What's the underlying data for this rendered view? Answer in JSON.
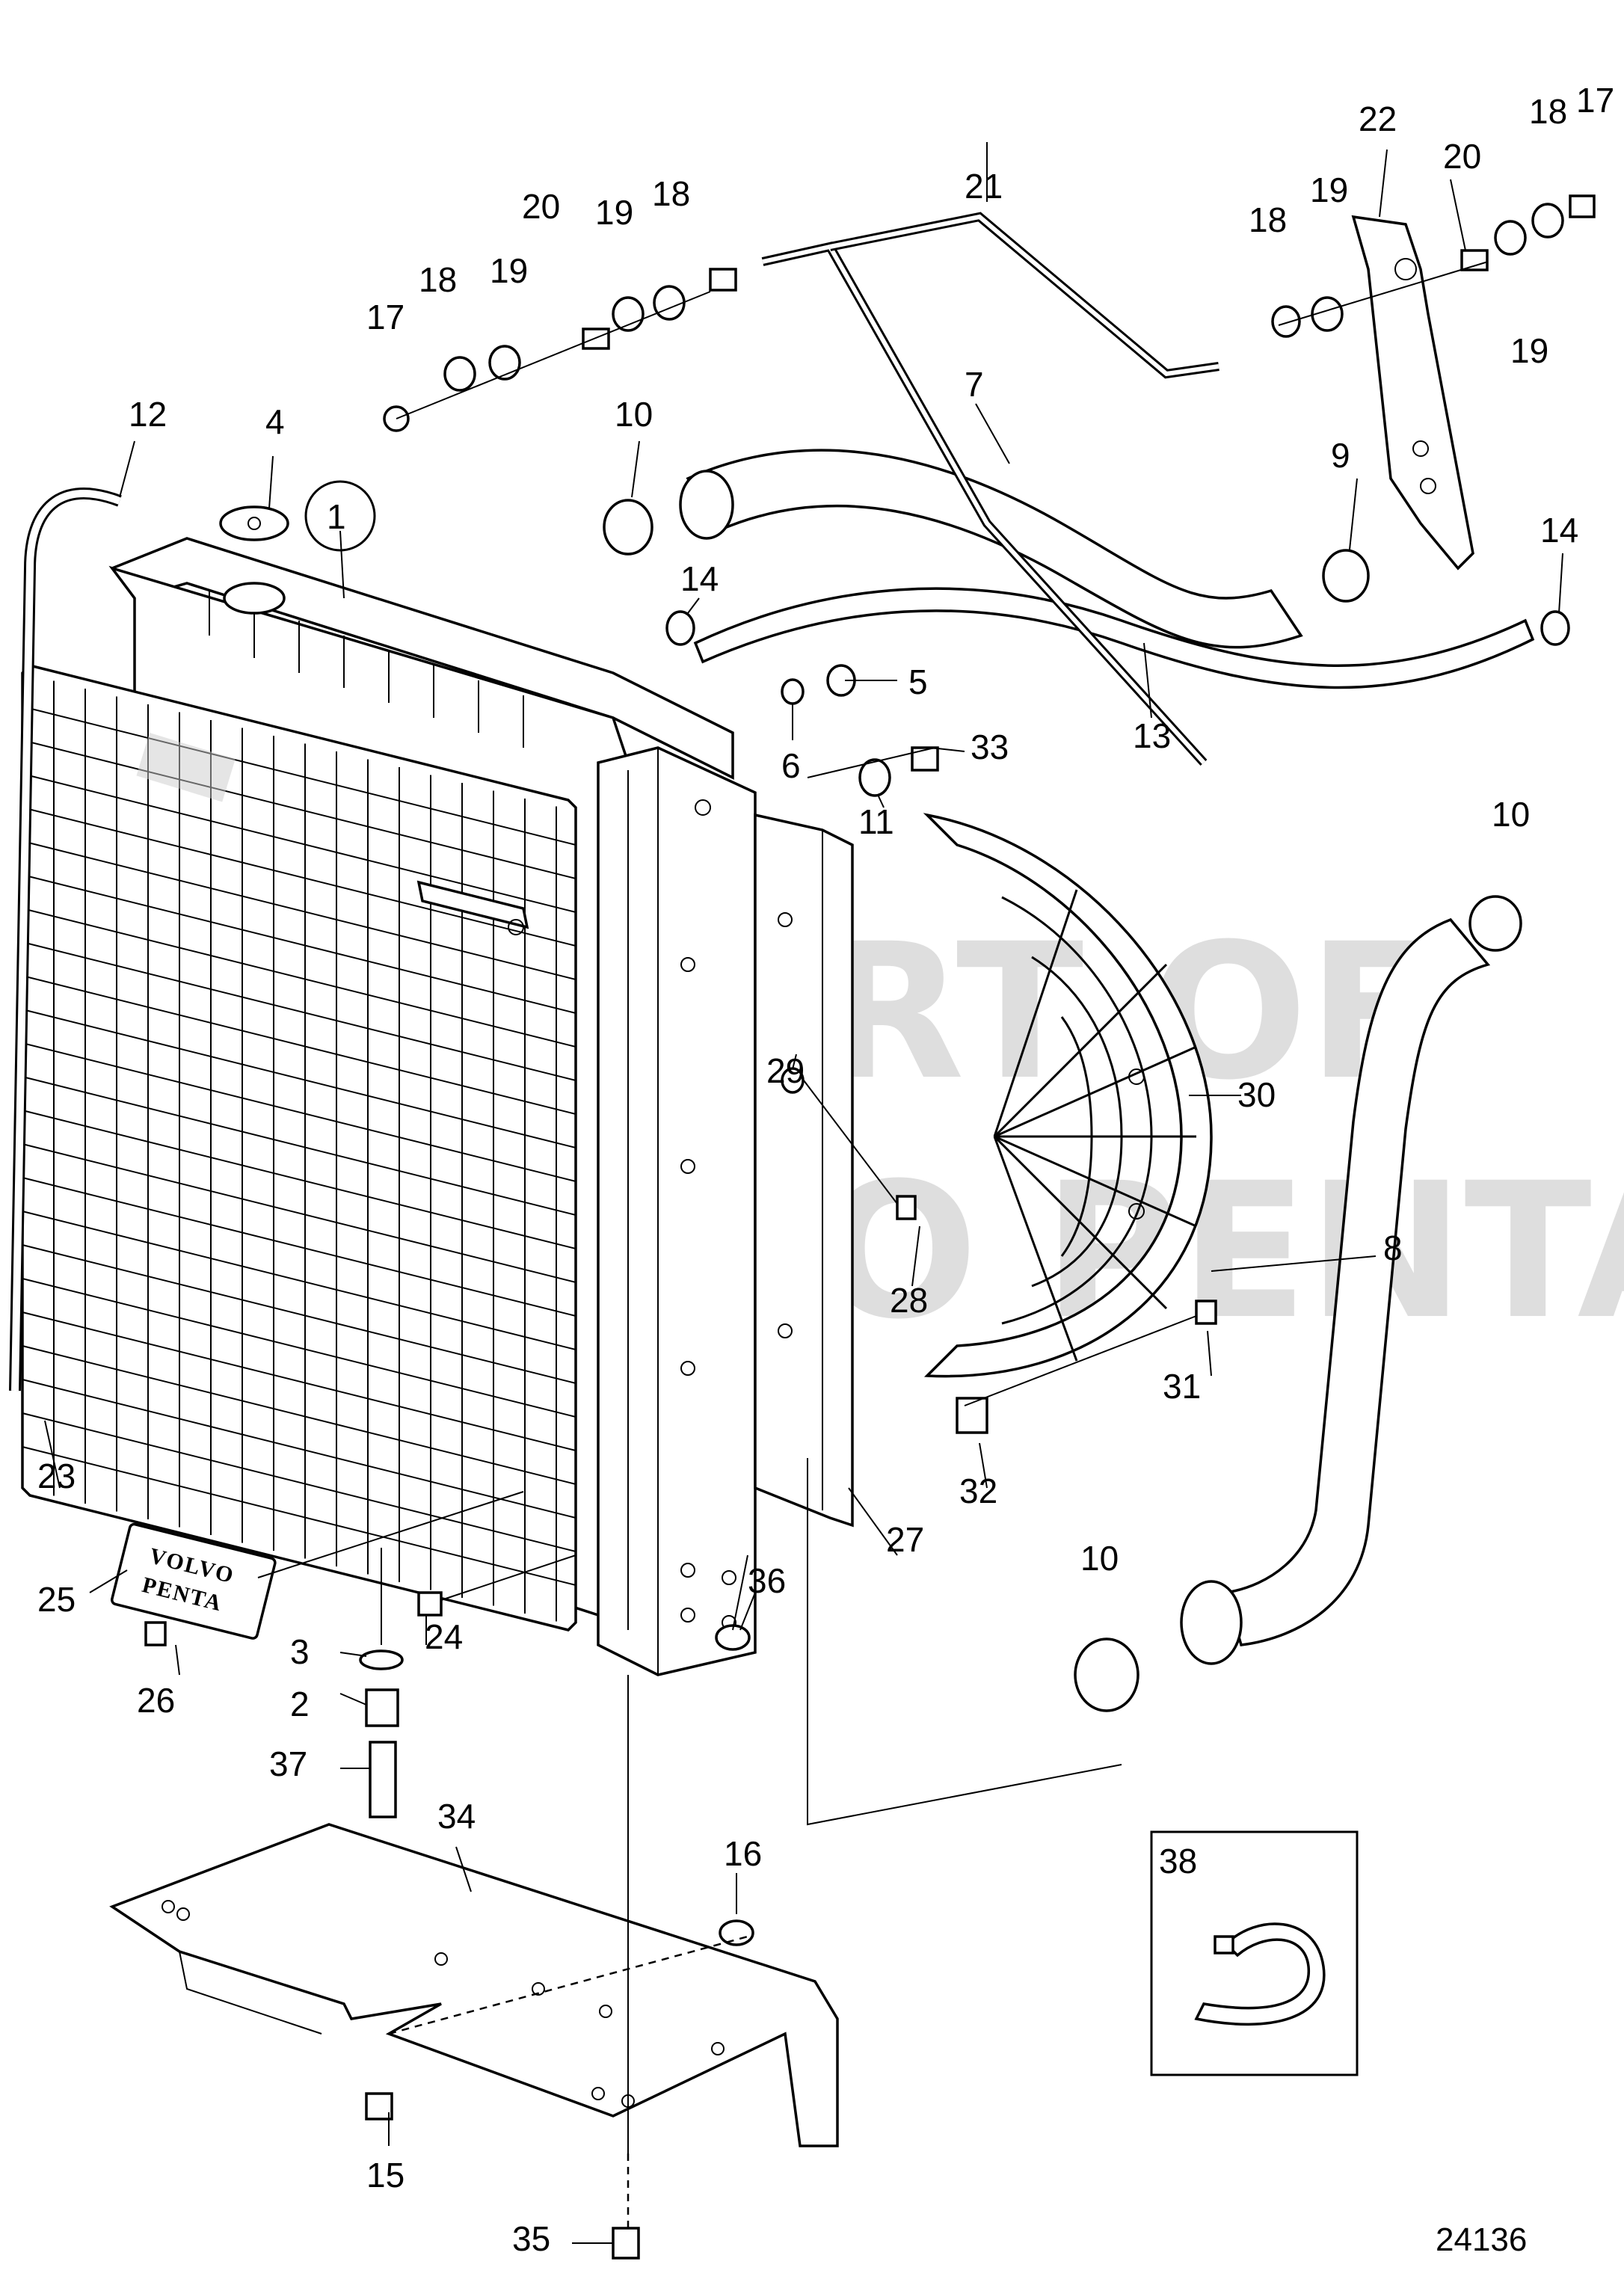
{
  "drawing_number": "24136",
  "badge_text": [
    "VOLVO",
    "PENTA"
  ],
  "watermark": [
    "EXPERT OF",
    "VOLVO PENTA"
  ],
  "callouts": [
    {
      "id": "c1",
      "label": "1"
    },
    {
      "id": "c2",
      "label": "2"
    },
    {
      "id": "c3",
      "label": "3"
    },
    {
      "id": "c4",
      "label": "4"
    },
    {
      "id": "c5",
      "label": "5"
    },
    {
      "id": "c6",
      "label": "6"
    },
    {
      "id": "c7",
      "label": "7"
    },
    {
      "id": "c8",
      "label": "8"
    },
    {
      "id": "c9",
      "label": "9"
    },
    {
      "id": "c10a",
      "label": "10"
    },
    {
      "id": "c10b",
      "label": "10"
    },
    {
      "id": "c10c",
      "label": "10"
    },
    {
      "id": "c11",
      "label": "11"
    },
    {
      "id": "c12",
      "label": "12"
    },
    {
      "id": "c13",
      "label": "13"
    },
    {
      "id": "c14a",
      "label": "14"
    },
    {
      "id": "c14b",
      "label": "14"
    },
    {
      "id": "c15",
      "label": "15"
    },
    {
      "id": "c16",
      "label": "16"
    },
    {
      "id": "c17a",
      "label": "17"
    },
    {
      "id": "c17b",
      "label": "17"
    },
    {
      "id": "c18a",
      "label": "18"
    },
    {
      "id": "c18b",
      "label": "18"
    },
    {
      "id": "c18c",
      "label": "18"
    },
    {
      "id": "c18d",
      "label": "18"
    },
    {
      "id": "c19a",
      "label": "19"
    },
    {
      "id": "c19b",
      "label": "19"
    },
    {
      "id": "c19c",
      "label": "19"
    },
    {
      "id": "c19d",
      "label": "19"
    },
    {
      "id": "c20a",
      "label": "20"
    },
    {
      "id": "c20b",
      "label": "20"
    },
    {
      "id": "c21",
      "label": "21"
    },
    {
      "id": "c22",
      "label": "22"
    },
    {
      "id": "c23",
      "label": "23"
    },
    {
      "id": "c24",
      "label": "24"
    },
    {
      "id": "c25",
      "label": "25"
    },
    {
      "id": "c26",
      "label": "26"
    },
    {
      "id": "c27",
      "label": "27"
    },
    {
      "id": "c28",
      "label": "28"
    },
    {
      "id": "c29",
      "label": "29"
    },
    {
      "id": "c30",
      "label": "30"
    },
    {
      "id": "c31",
      "label": "31"
    },
    {
      "id": "c32",
      "label": "32"
    },
    {
      "id": "c33",
      "label": "33"
    },
    {
      "id": "c34",
      "label": "34"
    },
    {
      "id": "c35",
      "label": "35"
    },
    {
      "id": "c36",
      "label": "36"
    },
    {
      "id": "c37",
      "label": "37"
    },
    {
      "id": "c38",
      "label": "38"
    }
  ]
}
